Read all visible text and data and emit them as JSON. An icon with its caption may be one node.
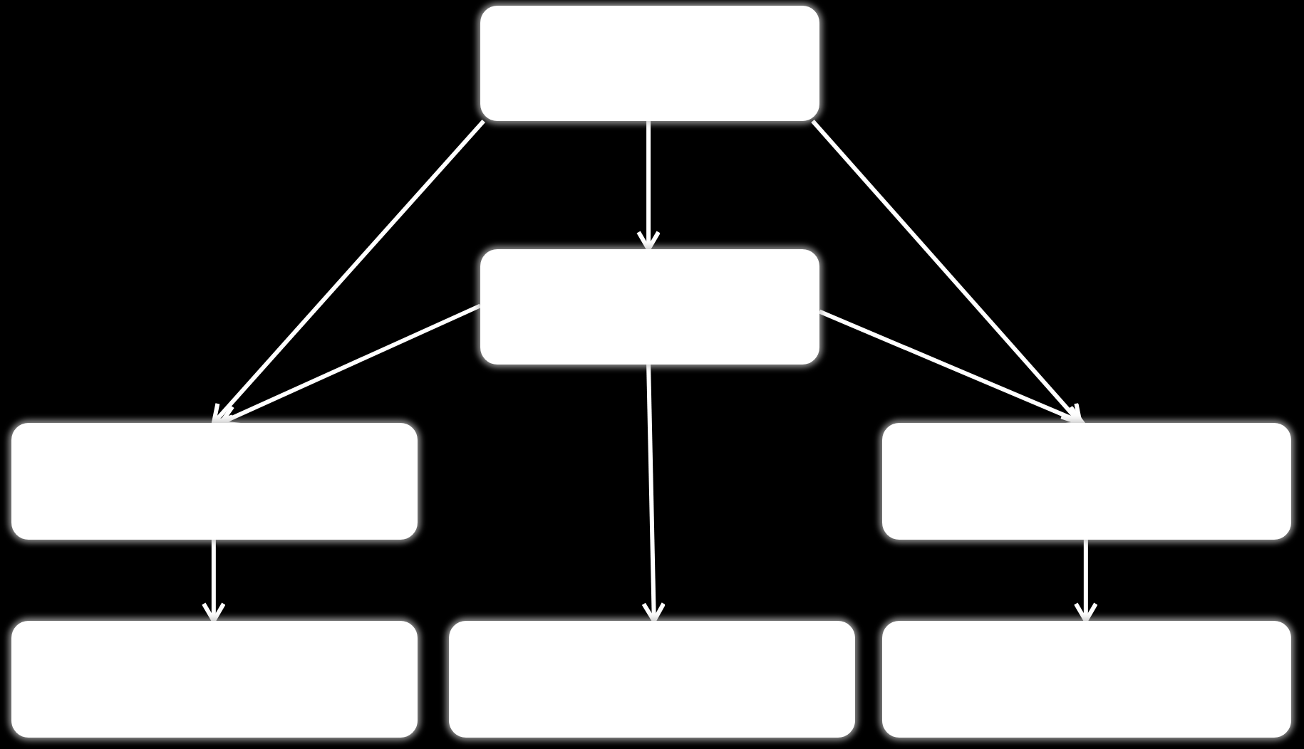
{
  "diagram": {
    "nodes": [
      {
        "text": [],
        "shape": "box"
      },
      {
        "text": [],
        "shape": "box"
      },
      {
        "text": [],
        "shape": "box"
      },
      {
        "text": [],
        "shape": "box"
      },
      {
        "text": [],
        "shape": "box"
      },
      {
        "text": [],
        "shape": "box"
      },
      {
        "text": [],
        "shape": "box"
      }
    ],
    "edges": [
      {
        "from": 0,
        "to": 1,
        "arrow": "to"
      },
      {
        "from": 0,
        "to": 2,
        "arrow": "to"
      },
      {
        "from": 0,
        "to": 3,
        "arrow": "to"
      },
      {
        "from": 1,
        "to": 2,
        "arrow": "to"
      },
      {
        "from": 1,
        "to": 3,
        "arrow": "to"
      },
      {
        "from": 1,
        "to": 5,
        "arrow": "to"
      },
      {
        "from": 2,
        "to": 4,
        "arrow": "to"
      },
      {
        "from": 3,
        "to": 6,
        "arrow": "to"
      }
    ]
  }
}
